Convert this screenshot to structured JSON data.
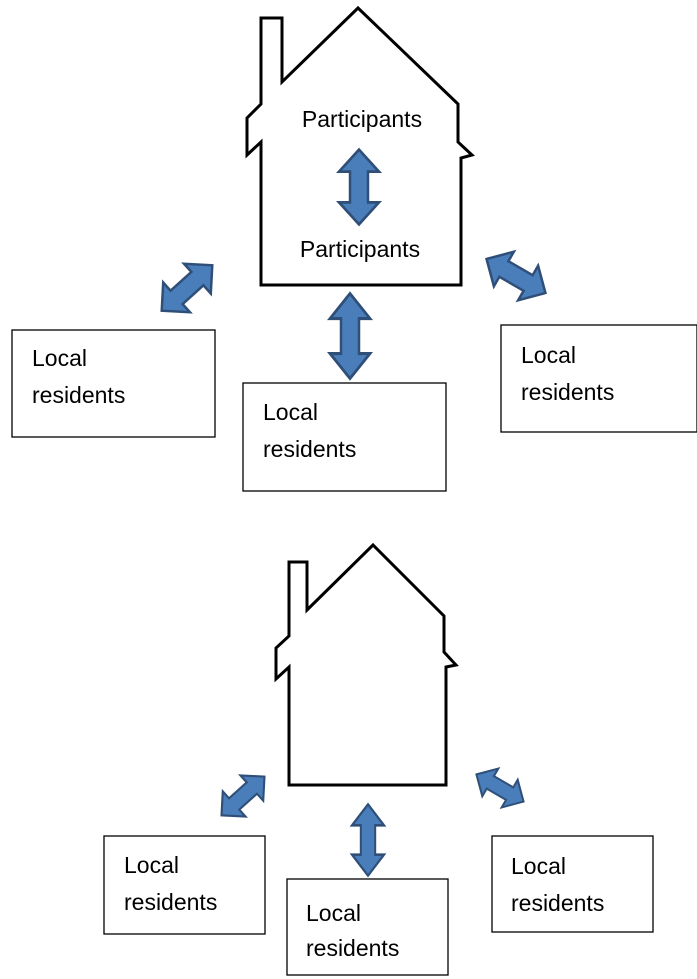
{
  "colors": {
    "arrow_fill": "#4a7ebb",
    "arrow_stroke": "#2f4f78",
    "outline": "#000000",
    "background": "#ffffff"
  },
  "icons": [
    "house-icon",
    "double-arrow-icon"
  ],
  "top": {
    "house": {
      "participants_upper": "Participants",
      "participants_lower": "Participants"
    },
    "boxes": [
      {
        "line1": "Local",
        "line2": "residents"
      },
      {
        "line1": "Local",
        "line2": "residents"
      },
      {
        "line1": "Local",
        "line2": "residents"
      }
    ]
  },
  "bottom": {
    "boxes": [
      {
        "line1": "Local",
        "line2": "residents"
      },
      {
        "line1": "Local",
        "line2": "residents"
      },
      {
        "line1": "Local",
        "line2": "residents"
      }
    ]
  }
}
